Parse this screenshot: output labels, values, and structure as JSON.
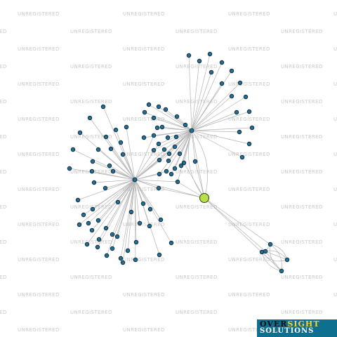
{
  "watermark_text": "UNREGISTERED",
  "colors": {
    "edge": "#b4b4b4",
    "node_fill": "#1e6e96",
    "focus_fill": "#b8e04a",
    "logo_background": "#0f6f8f",
    "logo_accent": "#f5d23a"
  },
  "logo": {
    "word1_part1": "OVER",
    "word1_part2": "SIGHT",
    "word2": "SOLUTIONS"
  },
  "graph": {
    "focus_node": "focus",
    "hubs": [
      "hubA",
      "hubB",
      "hubC"
    ],
    "node_count": 114
  }
}
